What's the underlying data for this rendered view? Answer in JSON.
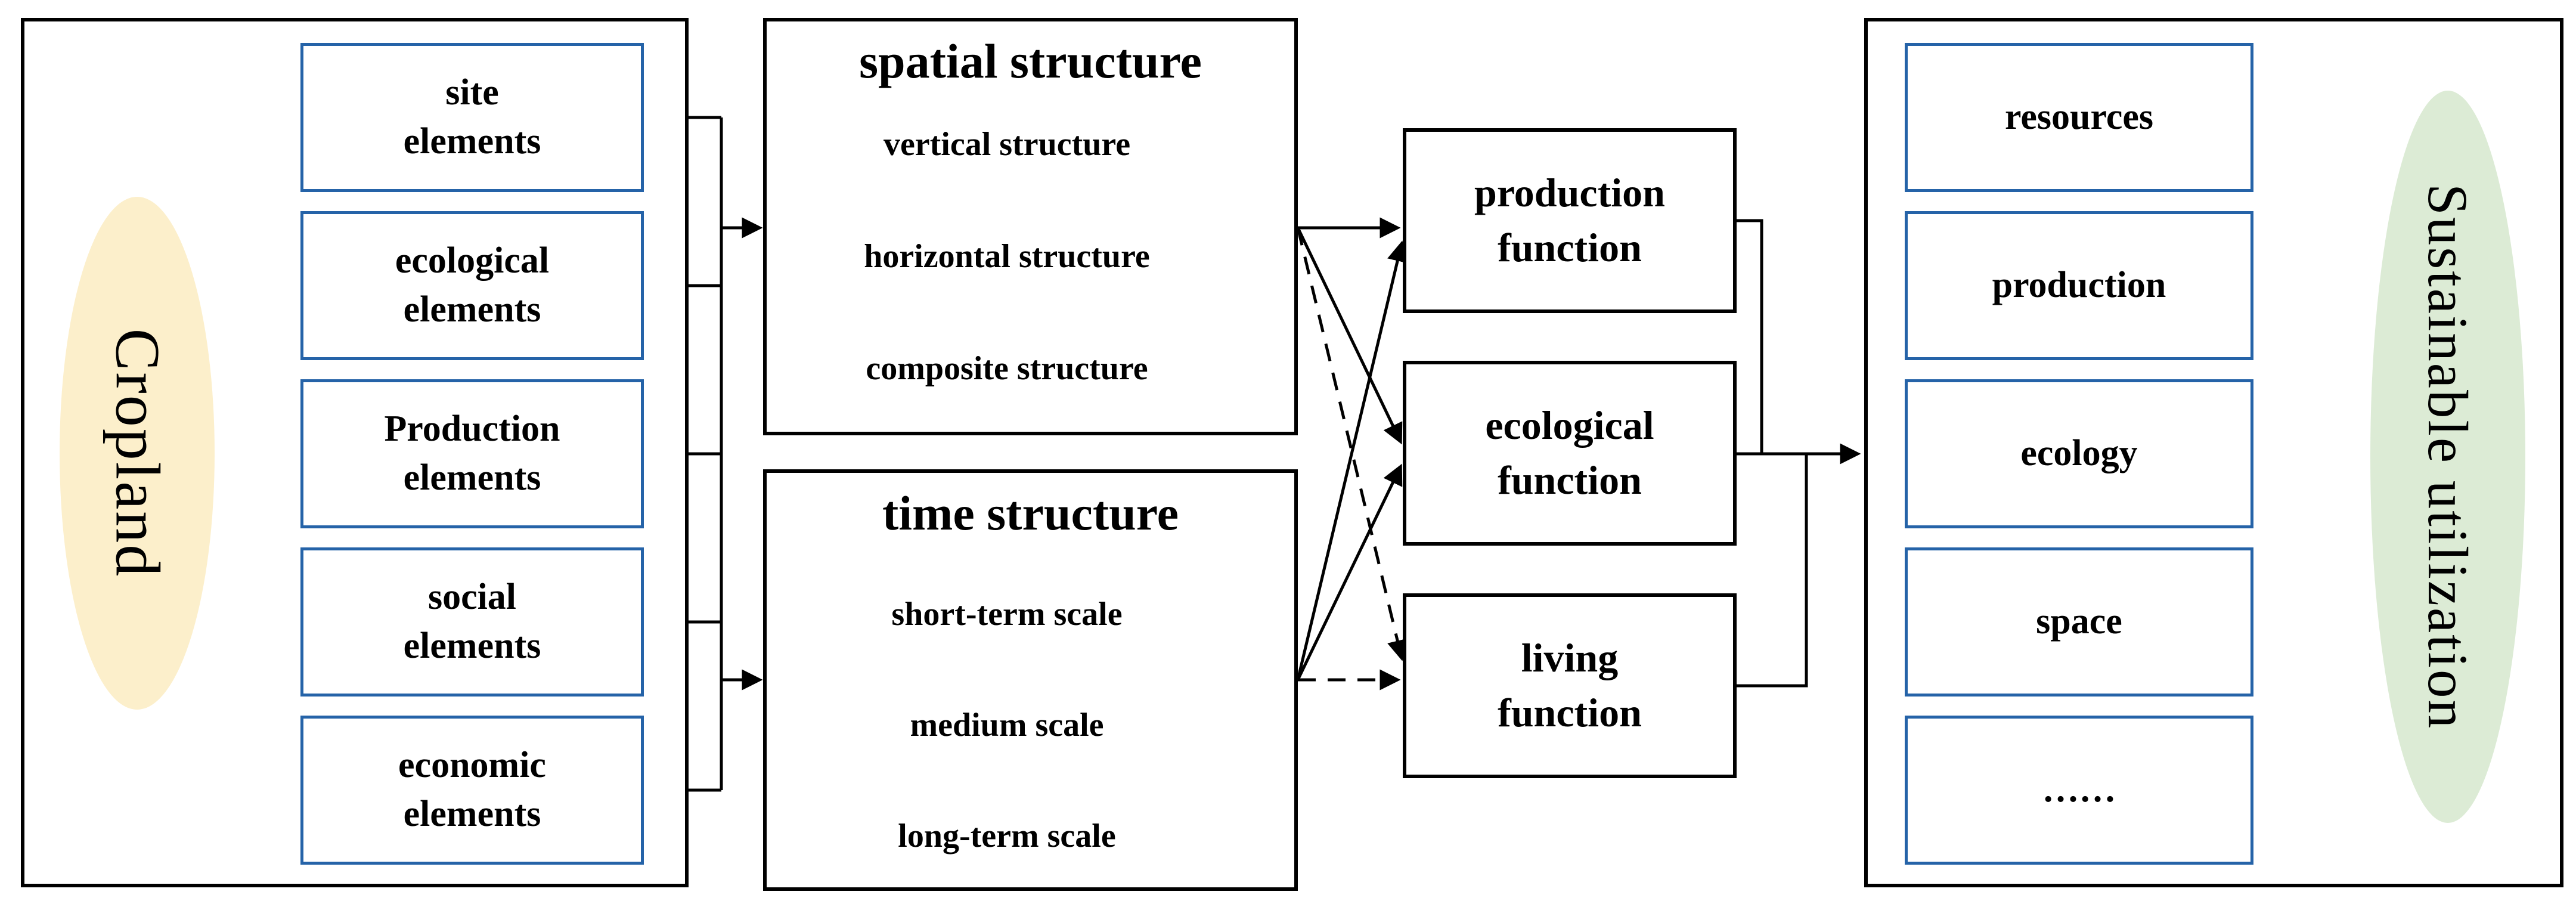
{
  "colors": {
    "line": "#000000",
    "blue_border": "#2563A8",
    "cream_fill": "#FCEFCB",
    "green_fill": "#DCEBD5"
  },
  "left_panel": {
    "source": {
      "label": "Cropland"
    },
    "boxes": [
      {
        "line1": "site",
        "line2": "elements"
      },
      {
        "line1": "ecological",
        "line2": "elements"
      },
      {
        "line1": "Production",
        "line2": "elements"
      },
      {
        "line1": "social",
        "line2": "elements"
      },
      {
        "line1": "economic",
        "line2": "elements"
      }
    ]
  },
  "spatial_panel": {
    "title": "spatial structure",
    "arrows": [
      {
        "label": "vertical structure"
      },
      {
        "label": "horizontal structure"
      },
      {
        "label": "composite structure"
      }
    ]
  },
  "time_panel": {
    "title": "time structure",
    "arrows": [
      {
        "label": "short-term scale"
      },
      {
        "label": "medium scale"
      },
      {
        "label": "long-term scale"
      }
    ]
  },
  "functions": [
    {
      "line1": "production",
      "line2": "function"
    },
    {
      "line1": "ecological",
      "line2": "function"
    },
    {
      "line1": "living",
      "line2": "function"
    }
  ],
  "right_panel": {
    "boxes": [
      {
        "label": "resources"
      },
      {
        "label": "production"
      },
      {
        "label": "ecology"
      },
      {
        "label": "space"
      },
      {
        "label": "……"
      }
    ],
    "outcome": {
      "label": "Sustainable utilization"
    }
  }
}
